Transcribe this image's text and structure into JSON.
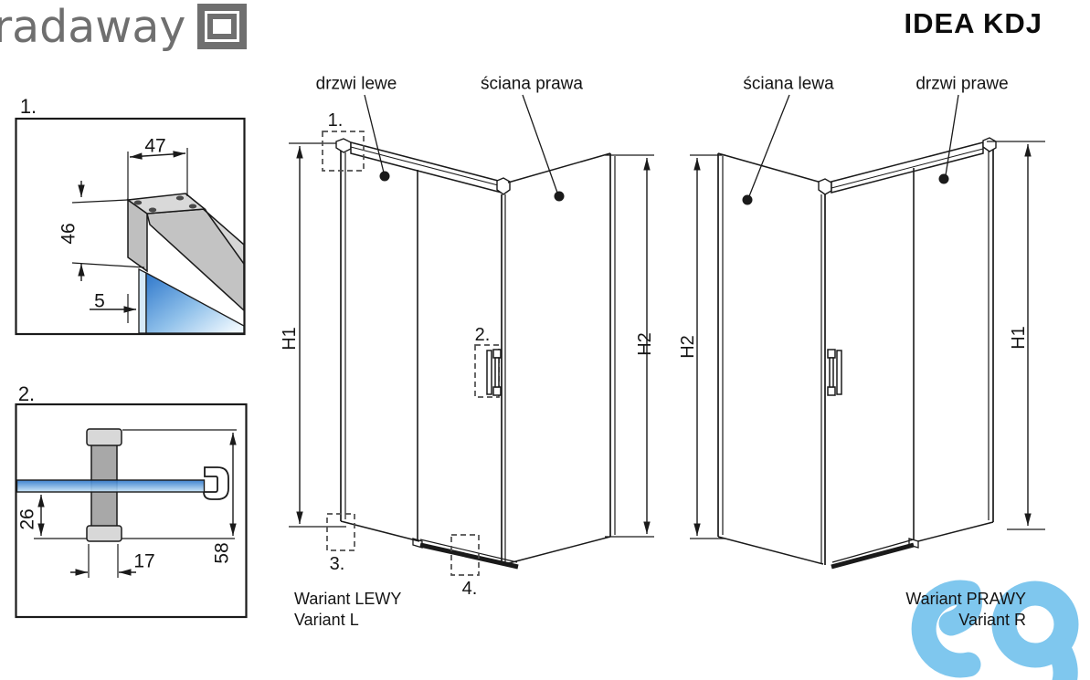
{
  "header": {
    "brand": "radaway",
    "title": "IDEA KDJ"
  },
  "detail1": {
    "label": "1.",
    "dim_width": "47",
    "dim_height": "46",
    "dim_glass": "5"
  },
  "detail2": {
    "label": "2.",
    "dim_offset": "26",
    "dim_width": "17",
    "dim_total": "58"
  },
  "left_view": {
    "door_label": "drzwi lewe",
    "wall_label": "ściana prawa",
    "dim_door": "H1",
    "dim_wall": "H2",
    "marker1": "1.",
    "marker2": "2.",
    "marker3": "3.",
    "marker4": "4.",
    "caption1": "Wariant LEWY",
    "caption2": "Variant L"
  },
  "right_view": {
    "wall_label": "ściana lewa",
    "door_label": "drzwi prawe",
    "dim_wall": "H2",
    "dim_door": "H1",
    "caption1": "Wariant PRAWY",
    "caption2": "Variant R"
  },
  "colors": {
    "line": "#1a1a1a",
    "glass_blue": "#2e77cb",
    "profile_gray": "#c6c6c6",
    "logo_cyan": "#7fc7ee",
    "brand_gray": "#6f6f6f"
  }
}
